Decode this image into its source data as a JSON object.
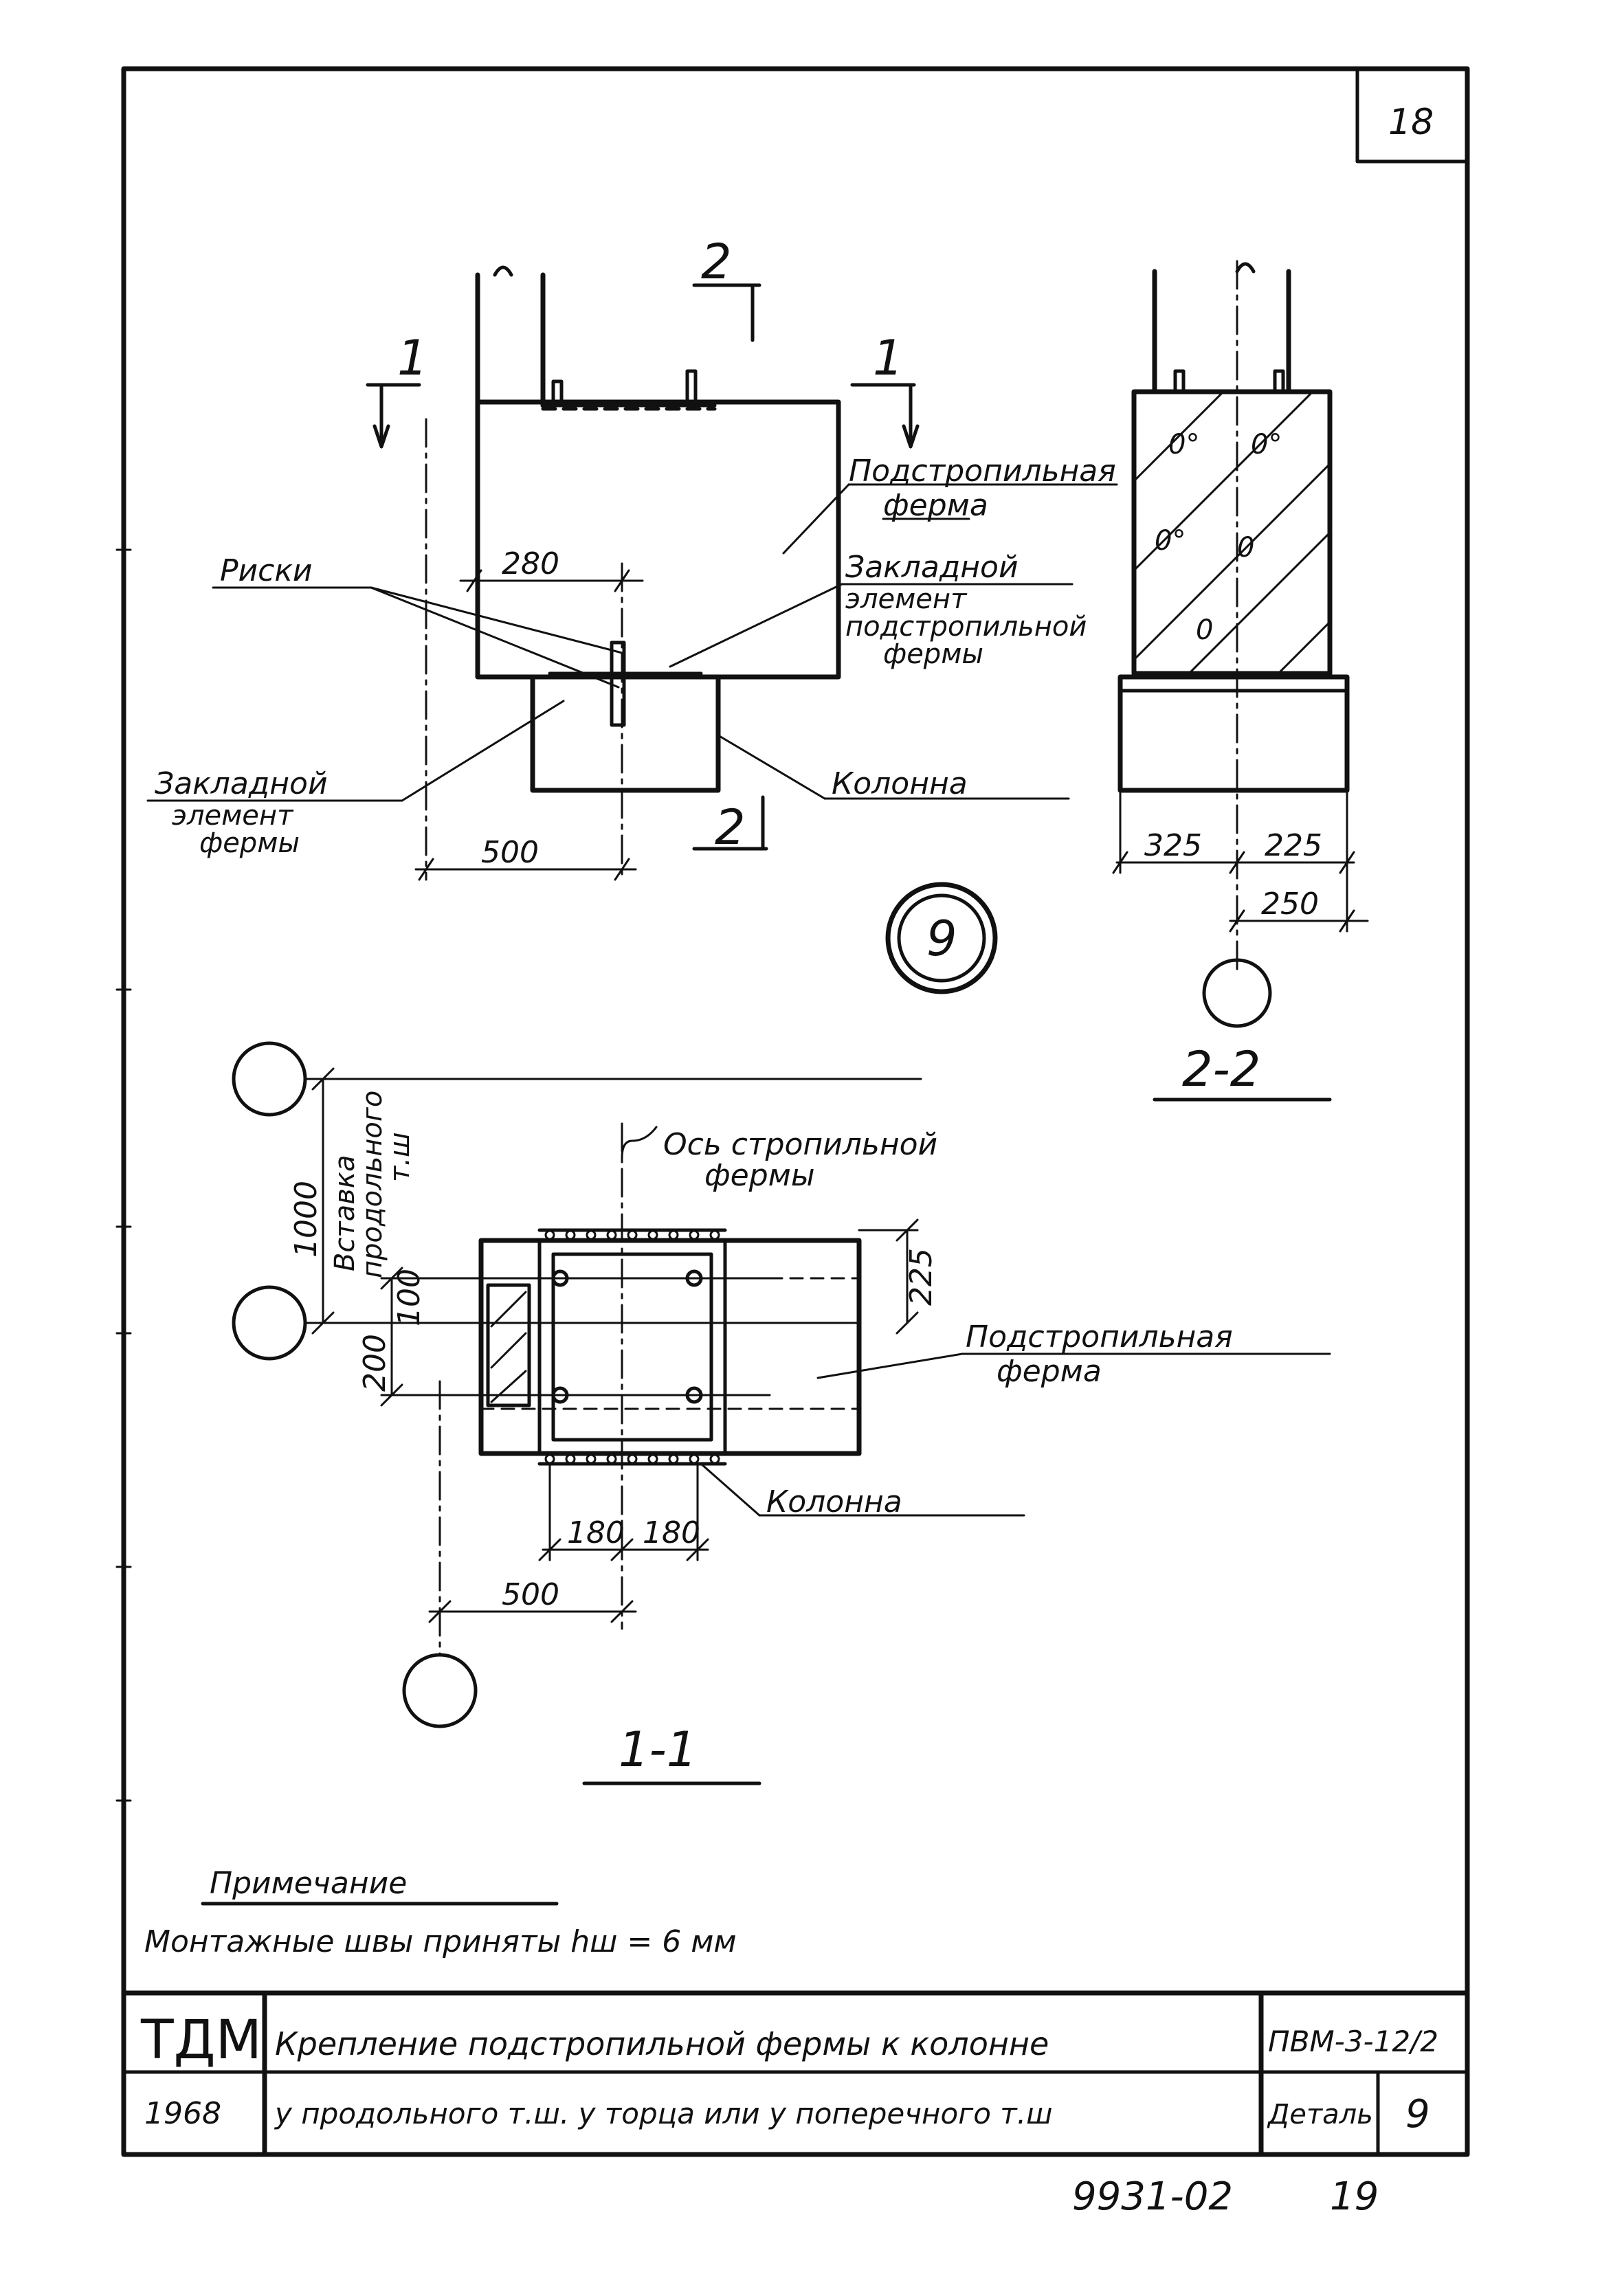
{
  "sheet": {
    "page_number": "18",
    "detail_circle": "9",
    "bottom_code": "9931-02",
    "bottom_page": "19"
  },
  "view_main": {
    "section_marker_top": "2",
    "section_marker_bottom": "2",
    "cut_left": "1",
    "cut_right": "1",
    "label_podstr": [
      "Подстропильная",
      "ферма"
    ],
    "label_riski": "Риски",
    "label_zakl_el_podstr": [
      "Закладной",
      "элемент",
      "подстропильной",
      "фермы"
    ],
    "label_zakl_el_fermy": [
      "Закладной",
      "элемент",
      "фермы"
    ],
    "label_kolonna": "Колонна",
    "dim_280": "280",
    "dim_500": "500"
  },
  "view_section_2": {
    "title": "2-2",
    "dim_325": "325",
    "dim_225": "225",
    "dim_250": "250"
  },
  "view_section_1": {
    "title": "1-1",
    "label_os": [
      "Ось стропильной",
      "фермы"
    ],
    "label_vstavka": [
      "Вставка",
      "продольного",
      "т.ш"
    ],
    "label_podstr": [
      "Подстропильная",
      "ферма"
    ],
    "label_kolonna": "Колонна",
    "dim_1000": "1000",
    "dim_100": "100",
    "dim_200": "200",
    "dim_225": "225",
    "dim_180a": "180",
    "dim_180b": "180",
    "dim_500": "500"
  },
  "note": {
    "heading": "Примечание",
    "text": "Монтажные швы приняты hш = 6 мм"
  },
  "title_block": {
    "org": "ТДМ",
    "year": "1968",
    "title_line1": "Крепление подстропильной фермы к колонне",
    "title_line2": "у продольного т.ш. у торца или у поперечного т.ш",
    "series": "ПВМ-3-12/2",
    "detail_label": "Деталь",
    "detail_number": "9"
  }
}
